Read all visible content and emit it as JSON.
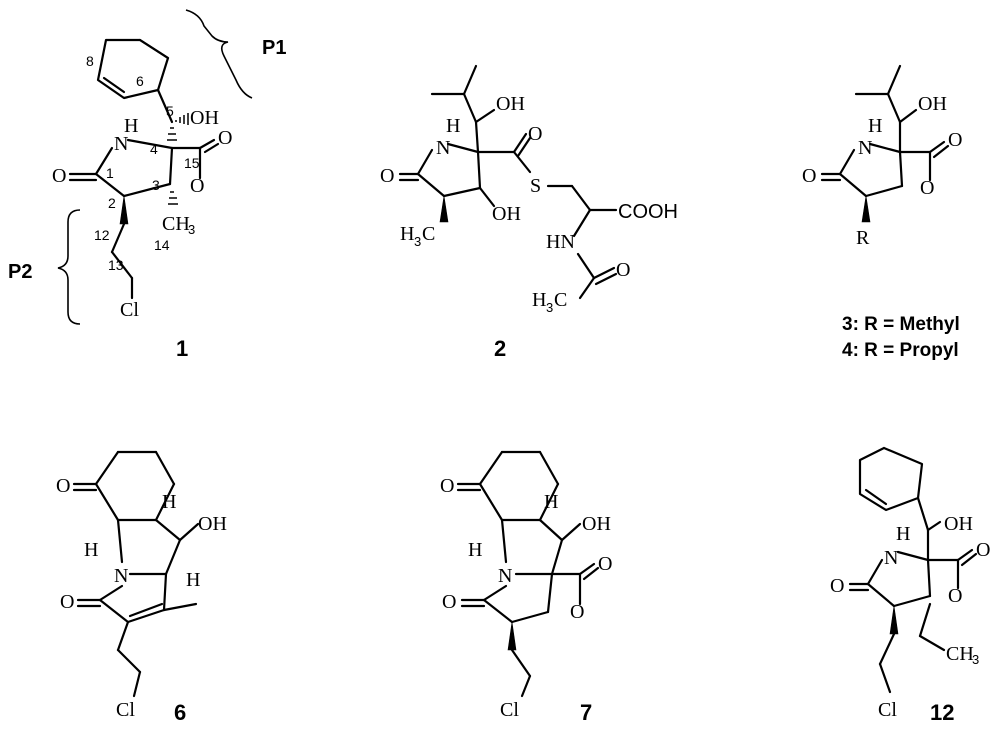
{
  "labels": {
    "c1": "1",
    "c2": "2",
    "c34": "",
    "c6": "6",
    "c7": "7",
    "c12": "12",
    "p1": "P1",
    "p2": "P2",
    "r3": "3:  R = Methyl",
    "r4": "4:  R = Propyl"
  },
  "atoms": {
    "H": "H",
    "N": "N",
    "O": "O",
    "OH": "OH",
    "Cl": "Cl",
    "S": "S",
    "R": "R",
    "COOH": "COOH",
    "HN": "HN",
    "CH": "CH",
    "sub3": "3",
    "H3C_H": "H",
    "H3C_C": "C"
  },
  "numbers": {
    "n1": "1",
    "n2": "2",
    "n3": "3",
    "n4": "4",
    "n5": "5",
    "n6": "6",
    "n8": "8",
    "n12": "12",
    "n13": "13",
    "n14": "14",
    "n15": "15"
  }
}
